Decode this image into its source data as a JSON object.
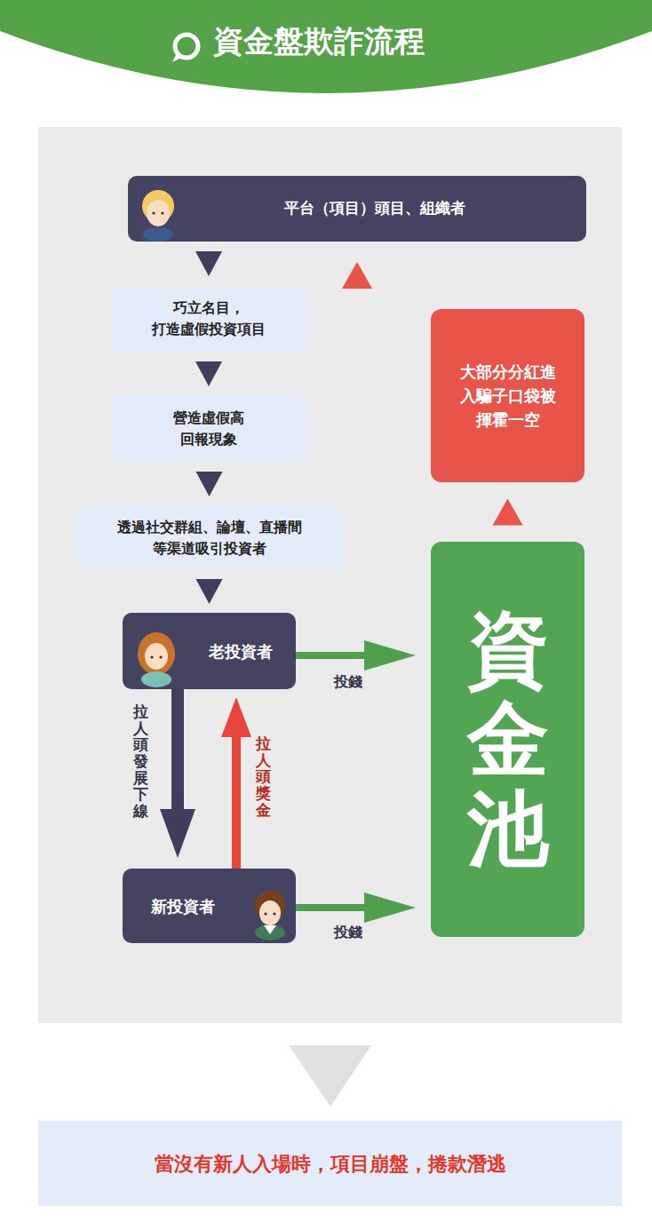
{
  "diagram": {
    "title": "資金盤欺詐流程",
    "nodes": [
      {
        "text": [
          "平台（項目）頭目、組織者"
        ]
      },
      {
        "text": [
          "巧立名目， 打造虛假投資項目"
        ]
      },
      {
        "text": [
          "營造虛假高 回報現象"
        ]
      },
      {
        "text": [
          "透過社交群組、論壇、直播間 等渠道吸引投資者"
        ]
      },
      {
        "text": [
          "老投資者"
        ]
      },
      {
        "text": [
          "新投資者"
        ]
      },
      {
        "text": [
          "資金池"
        ]
      },
      {
        "text": [
          "大部分分紅進 入騙子口袋被 揮霍一空"
        ]
      },
      {
        "text": [
          "當沒有新人入場時，項目崩盤，捲款潛逃"
        ]
      }
    ],
    "edges": [
      {
        "from": 0,
        "to": 1,
        "arrow": "to"
      },
      {
        "from": 1,
        "to": 2,
        "arrow": "to"
      },
      {
        "from": 2,
        "to": 3,
        "arrow": "to"
      },
      {
        "from": 3,
        "to": 4,
        "arrow": "to"
      },
      {
        "from": 4,
        "to": 5,
        "arrow": "to",
        "label": "拉人頭發展下線"
      },
      {
        "from": 5,
        "to": 4,
        "arrow": "to",
        "label": "拉人頭獎金"
      },
      {
        "from": 4,
        "to": 6,
        "arrow": "to",
        "label": "投錢"
      },
      {
        "from": 5,
        "to": 6,
        "arrow": "to",
        "label": "投錢"
      },
      {
        "from": 6,
        "to": 7,
        "arrow": "to"
      },
      {
        "from": 7,
        "to": 0,
        "arrow": "to"
      }
    ]
  }
}
